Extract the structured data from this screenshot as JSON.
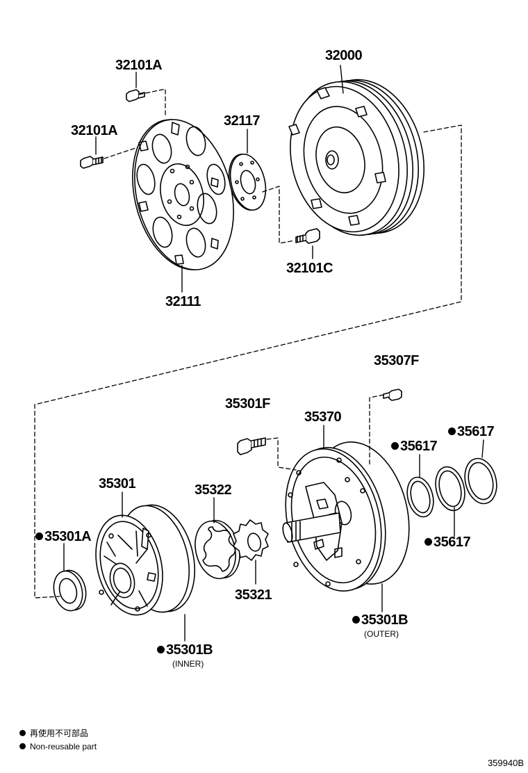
{
  "parts": {
    "p32101A_top": "32101A",
    "p32101A_left": "32101A",
    "p32117": "32117",
    "p32000": "32000",
    "p32101C": "32101C",
    "p32111": "32111",
    "p35307F": "35307F",
    "p35301F": "35301F",
    "p35370": "35370",
    "p35617_right": "35617",
    "p35617_mid": "35617",
    "p35301": "35301",
    "p35322": "35322",
    "p35301A": "35301A",
    "p35617_low": "35617",
    "p35321": "35321",
    "p35301B_outer": "35301B",
    "outer_note": "(OUTER)",
    "p35301B_inner": "35301B",
    "inner_note": "(INNER)"
  },
  "legend": {
    "line1": "再使用不可部品",
    "line2": "Non-reusable part"
  },
  "reference": "359940B",
  "colors": {
    "ink": "#000000",
    "paper": "#ffffff"
  }
}
